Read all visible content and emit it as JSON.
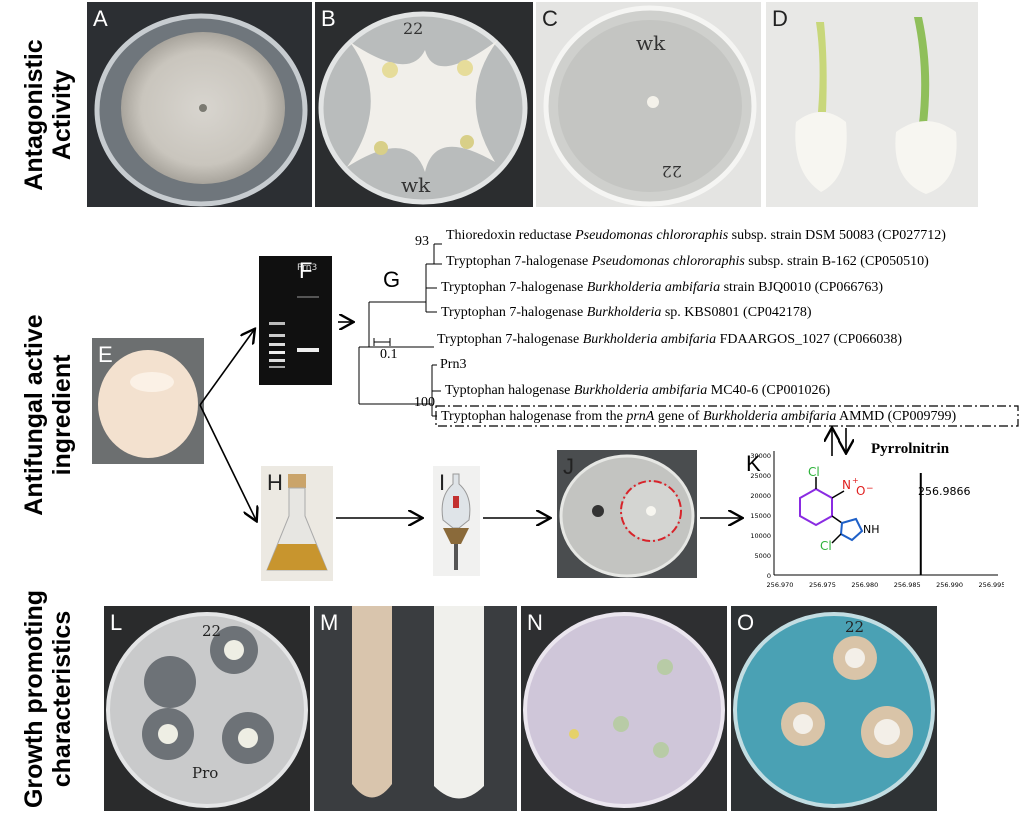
{
  "rows": {
    "antagonistic": [
      "Antagonistic",
      "Activity"
    ],
    "antifungal": [
      "Antifungal active",
      "ingredient"
    ],
    "growth": [
      "Growth promoting",
      "characteristics"
    ]
  },
  "panels": {
    "A": "A",
    "B": "B",
    "C": "C",
    "D": "D",
    "E": "E",
    "F": "F",
    "G": "G",
    "H": "H",
    "I": "I",
    "J": "J",
    "K": "K",
    "L": "L",
    "M": "M",
    "N": "N",
    "O": "O"
  },
  "plate_marks": {
    "b_top": "22",
    "b_bottom": "wk",
    "c_top": "wk",
    "c_bottom": "22",
    "l_top": "22",
    "l_bottom": "Pro",
    "o_top": "22"
  },
  "gel": {
    "lane_label": "Prn3"
  },
  "tree": {
    "bootstrap_top": "93",
    "bootstrap_bottom": "100",
    "scale_label": "0.1",
    "leaves": [
      {
        "pre": "Thioredoxin reductase ",
        "species": "Pseudomonas chlororaphis",
        "post": " subsp. strain DSM 50083 (CP027712)"
      },
      {
        "pre": "Tryptophan 7-halogenase ",
        "species": "Pseudomonas chlororaphis",
        "post": " subsp. strain B-162 (CP050510)"
      },
      {
        "pre": "Tryptophan 7-halogenase ",
        "species": "Burkholderia ambifaria",
        "post": " strain BJQ0010 (CP066763)"
      },
      {
        "pre": "Tryptophan 7-halogenase ",
        "species": "Burkholderia",
        "post": " sp. KBS0801 (CP042178)"
      },
      {
        "pre": "Tryptophan 7-halogenase ",
        "species": "Burkholderia ambifaria",
        "post": "  FDAARGOS_1027 (CP066038)"
      },
      {
        "pre": "Prn3",
        "species": "",
        "post": ""
      },
      {
        "pre": "Typtophan halogenase ",
        "species": "Burkholderia ambifaria",
        "post": " MC40-6  (CP001026)"
      }
    ],
    "boxed_leaf": {
      "pre": "Tryptophan halogenase from the ",
      "gene": "prnA",
      "mid": " gene of ",
      "species": "Burkholderia ambifaria",
      "post": " AMMD (CP009799)"
    }
  },
  "mass_spec": {
    "compound": "Pyrrolnitrin",
    "peak_label": "256.9866",
    "peak_mz": 256.9866,
    "y_ticks": [
      "30000",
      "25000",
      "20000",
      "15000",
      "10000",
      "5000",
      "0"
    ],
    "x_ticks": [
      "256.970",
      "256.975",
      "256.980",
      "256.985",
      "256.990",
      "256.995"
    ],
    "atoms": {
      "cl1": "Cl",
      "nitro": "N",
      "nitro_plus": "+",
      "oxy": "O",
      "oxy_minus": "−",
      "nh": "NH",
      "cl2": "Cl"
    }
  },
  "colors": {
    "cl_green": "#2db33a",
    "nitro_red": "#e02020",
    "ring_purple": "#8a2be2",
    "ring_blue": "#1e60c8",
    "inhibition_red": "#d8232a"
  }
}
